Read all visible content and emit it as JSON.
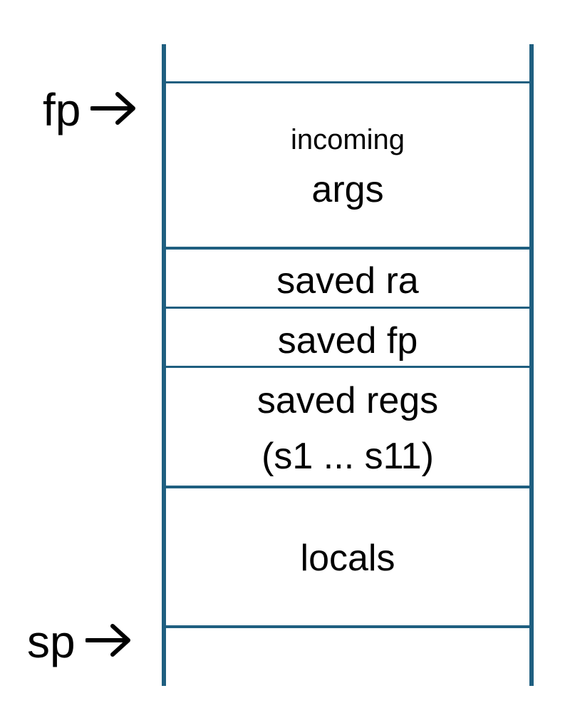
{
  "colors": {
    "line": "#1f5f80",
    "text": "#000000"
  },
  "pointers": {
    "fp": "fp",
    "sp": "sp"
  },
  "frame": {
    "incoming_args": {
      "line1": "incoming",
      "line2": "args"
    },
    "saved_ra": "saved ra",
    "saved_fp": "saved fp",
    "saved_regs": {
      "line1": "saved regs",
      "line2": "(s1  ... s11)"
    },
    "locals": "locals"
  },
  "icons": {
    "pointer_arrow": "right-arrow-icon"
  }
}
